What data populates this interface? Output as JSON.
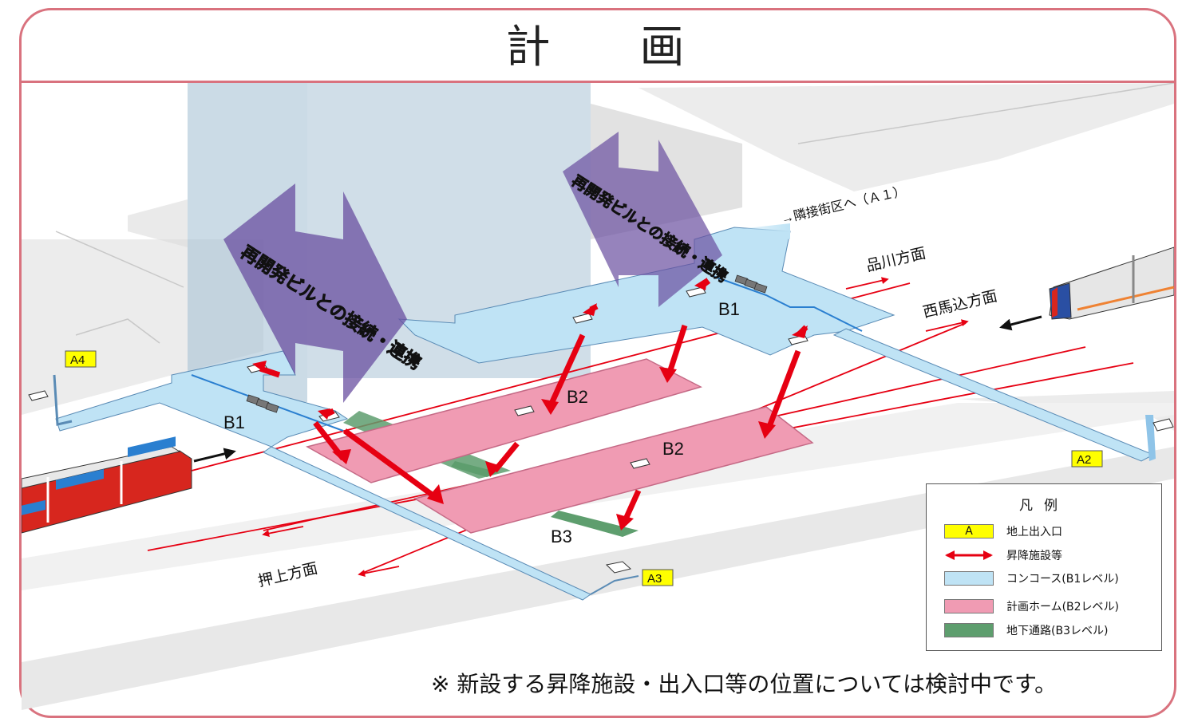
{
  "title": "計　　画",
  "note": "※ 新設する昇降施設・出入口等の位置については検討中です。",
  "exits": {
    "a1_label": "→隣接街区へ（Ａ１）",
    "a2": "A2",
    "a3": "A3",
    "a4": "A4"
  },
  "levels": {
    "b1": "B1",
    "b2": "B2",
    "b3": "B3"
  },
  "directions": {
    "shinagawa": "品川方面",
    "nishimagome": "西馬込方面",
    "oshiage": "押上方面"
  },
  "connection_label": "再開発ビルとの接続・連携",
  "legend": {
    "title": "凡例",
    "items": [
      {
        "swatch": "A",
        "label": "地上出入口",
        "color": "#ffff00"
      },
      {
        "swatch": "",
        "label": "昇降施設等",
        "color": "#e60012"
      },
      {
        "swatch": "",
        "label": "コンコース(B1レベル)",
        "color": "#bfe3f5"
      },
      {
        "swatch": "",
        "label": "計画ホーム(B2レベル)",
        "color": "#f09bb3"
      },
      {
        "swatch": "",
        "label": "地下通路(B3レベル)",
        "color": "#5e9e6e"
      }
    ]
  },
  "colors": {
    "frame": "#d9727e",
    "concourse": "#bfe3f5",
    "platform": "#f09bb3",
    "passage": "#5e9e6e",
    "arrow": "#e60012",
    "track": "#e60012",
    "connection": "#6a4fa0",
    "exit_box": "#ffff00",
    "building": "#a9c3d6",
    "train": "#d7261e"
  }
}
